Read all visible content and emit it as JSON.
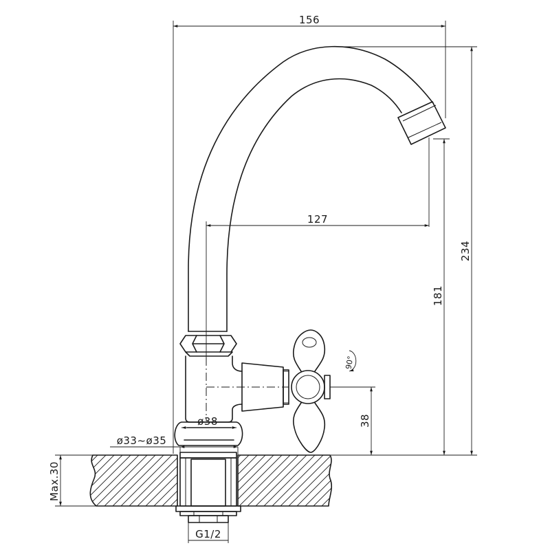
{
  "dimensions": {
    "overall_width": "156",
    "spout_reach": "127",
    "overall_height": "234",
    "spout_height": "181",
    "handle_height": "38",
    "body_diameter": "ø38",
    "hole_diameter": "ø33~ø35",
    "max_thickness": "Max.30",
    "thread": "G1/2"
  },
  "rotation_label": "90°"
}
